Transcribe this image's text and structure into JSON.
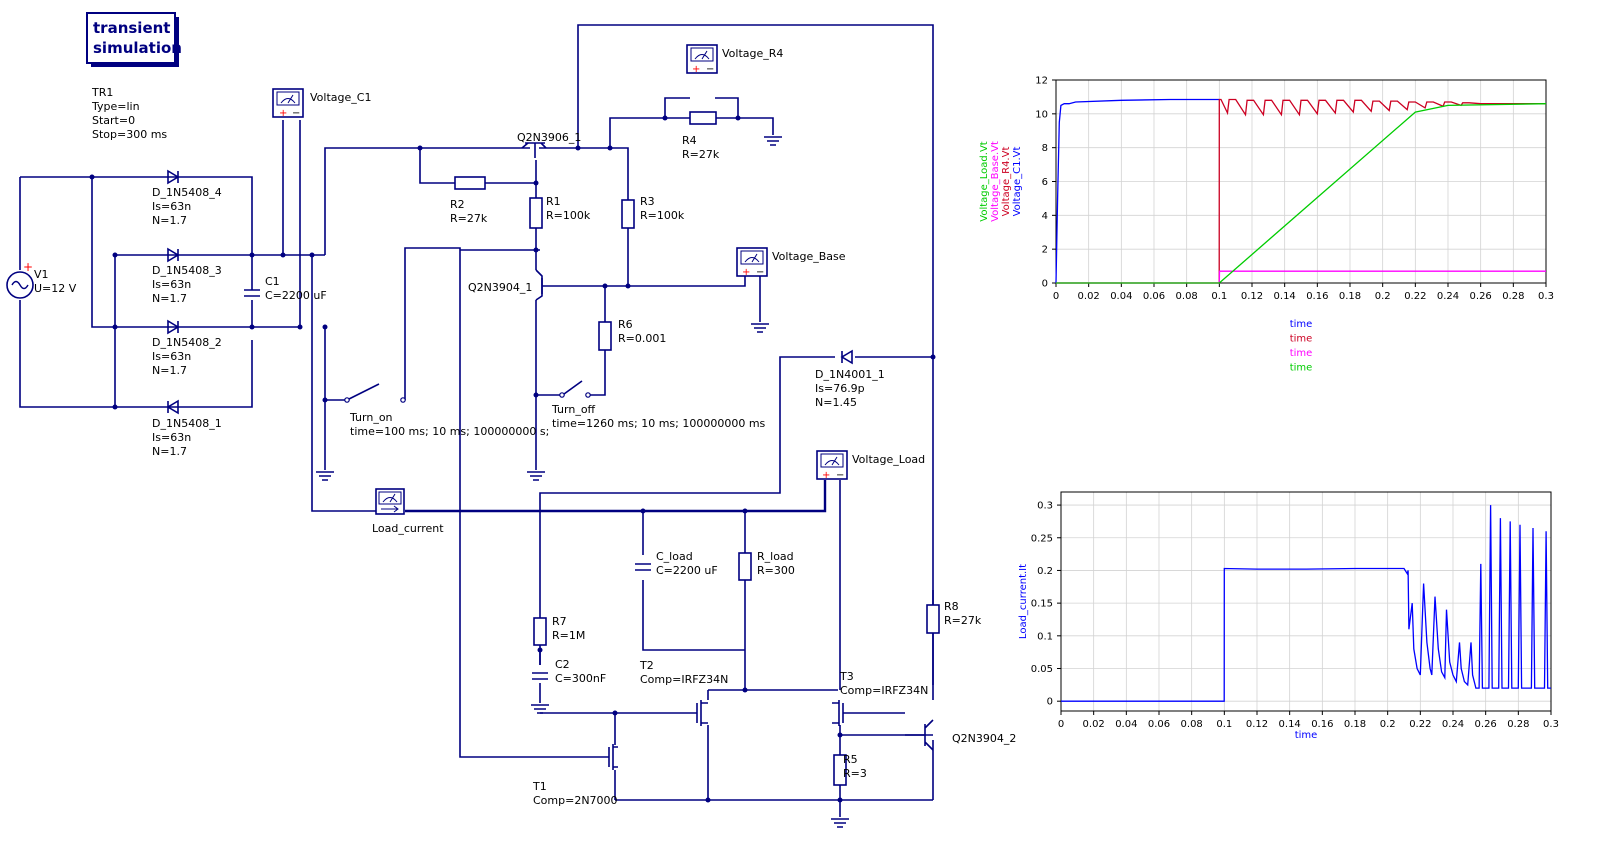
{
  "sim_box": {
    "line1": "transient",
    "line2": "simulation"
  },
  "tr1": {
    "name": "TR1",
    "type": "Type=lin",
    "start": "Start=0",
    "stop": "Stop=300 ms"
  },
  "components": {
    "v1": {
      "name": "V1",
      "value": "U=12 V"
    },
    "d4": {
      "name": "D_1N5408_4",
      "is": "Is=63n",
      "n": "N=1.7"
    },
    "d3": {
      "name": "D_1N5408_3",
      "is": "Is=63n",
      "n": "N=1.7"
    },
    "d2": {
      "name": "D_1N5408_2",
      "is": "Is=63n",
      "n": "N=1.7"
    },
    "d1": {
      "name": "D_1N5408_1",
      "is": "Is=63n",
      "n": "N=1.7"
    },
    "c1": {
      "name": "C1",
      "value": "C=2200 uF"
    },
    "vc1": {
      "name": "Voltage_C1"
    },
    "q2n3906": {
      "name": "Q2N3906_1"
    },
    "vr4": {
      "name": "Voltage_R4"
    },
    "r4": {
      "name": "R4",
      "value": "R=27k"
    },
    "r2": {
      "name": "R2",
      "value": "R=27k"
    },
    "r1": {
      "name": "R1",
      "value": "R=100k"
    },
    "r3": {
      "name": "R3",
      "value": "R=100k"
    },
    "vbase": {
      "name": "Voltage_Base"
    },
    "q2n3904_1": {
      "name": "Q2N3904_1"
    },
    "r6": {
      "name": "R6",
      "value": "R=0.001"
    },
    "turn_on": {
      "name": "Turn_on",
      "value": "time=100 ms; 10 ms; 100000000 s;"
    },
    "turn_off": {
      "name": "Turn_off",
      "value": "time=1260 ms; 10 ms; 100000000 ms"
    },
    "d1n4001": {
      "name": "D_1N4001_1",
      "is": "Is=76.9p",
      "n": "N=1.45"
    },
    "vload": {
      "name": "Voltage_Load"
    },
    "load_current": {
      "name": "Load_current"
    },
    "c_load": {
      "name": "C_load",
      "value": "C=2200 uF"
    },
    "r_load": {
      "name": "R_load",
      "value": "R=300"
    },
    "r7": {
      "name": "R7",
      "value": "R=1M"
    },
    "c2": {
      "name": "C2",
      "value": "C=300nF"
    },
    "r8": {
      "name": "R8",
      "value": "R=27k"
    },
    "t2": {
      "name": "T2",
      "value": "Comp=IRFZ34N"
    },
    "t3": {
      "name": "T3",
      "value": "Comp=IRFZ34N"
    },
    "t1": {
      "name": "T1",
      "value": "Comp=2N7000"
    },
    "r5": {
      "name": "R5",
      "value": "R=3"
    },
    "q2n3904_2": {
      "name": "Q2N3904_2"
    }
  },
  "chart_data": [
    {
      "type": "line",
      "ylabels": [
        "Voltage_Load.Vt",
        "Voltage_Base.Vt",
        "Voltage_R4.Vt",
        "Voltage_C1.Vt"
      ],
      "xlabels": [
        "time",
        "time",
        "time",
        "time"
      ],
      "xlim": [
        0,
        0.3
      ],
      "ylim": [
        0,
        12
      ],
      "xticks": [
        "0",
        "0.02",
        "0.04",
        "0.06",
        "0.08",
        "0.1",
        "0.12",
        "0.14",
        "0.16",
        "0.18",
        "0.2",
        "0.22",
        "0.24",
        "0.26",
        "0.28",
        "0.3"
      ],
      "yticks": [
        "0",
        "2",
        "4",
        "6",
        "8",
        "10",
        "12"
      ],
      "grid": true,
      "series": [
        {
          "name": "Voltage_C1.Vt",
          "color": "#0000ff",
          "x": [
            0,
            0.001,
            0.002,
            0.003,
            0.005,
            0.008,
            0.012,
            0.04,
            0.07,
            0.1
          ],
          "y": [
            0,
            5,
            9.5,
            10.5,
            10.6,
            10.6,
            10.7,
            10.8,
            10.85,
            10.85
          ]
        },
        {
          "name": "Voltage_R4.Vt",
          "color": "#cc0022",
          "x": [
            0,
            0.0999,
            0.1,
            0.1001,
            0.101,
            0.105,
            0.106,
            0.11,
            0.116,
            0.117,
            0.121,
            0.127,
            0.128,
            0.132,
            0.138,
            0.139,
            0.143,
            0.149,
            0.15,
            0.154,
            0.16,
            0.161,
            0.165,
            0.171,
            0.172,
            0.176,
            0.182,
            0.183,
            0.187,
            0.193,
            0.194,
            0.198,
            0.204,
            0.205,
            0.209,
            0.215,
            0.216,
            0.22,
            0.226,
            0.227,
            0.231,
            0.237,
            0.238,
            0.242,
            0.248,
            0.249,
            0.253,
            0.26,
            0.27,
            0.28,
            0.29,
            0.3
          ],
          "y": [
            0,
            0,
            10.85,
            10.85,
            10.85,
            10.05,
            10.85,
            10.85,
            9.95,
            10.8,
            10.8,
            9.95,
            10.8,
            10.8,
            9.95,
            10.8,
            10.8,
            9.95,
            10.8,
            10.8,
            10.0,
            10.8,
            10.8,
            10.05,
            10.8,
            10.8,
            10.1,
            10.8,
            10.8,
            10.15,
            10.75,
            10.75,
            10.2,
            10.75,
            10.75,
            10.25,
            10.7,
            10.7,
            10.35,
            10.7,
            10.7,
            10.45,
            10.7,
            10.7,
            10.5,
            10.65,
            10.65,
            10.6,
            10.6,
            10.6,
            10.6,
            10.6
          ]
        },
        {
          "name": "Voltage_Base.Vt",
          "color": "#ff00ff",
          "x": [
            0,
            0.1,
            0.1001,
            0.3
          ],
          "y": [
            0,
            0,
            0.7,
            0.7
          ]
        },
        {
          "name": "Voltage_Load.Vt",
          "color": "#00cc00",
          "x": [
            0,
            0.1,
            0.22,
            0.24,
            0.3
          ],
          "y": [
            0,
            0,
            10.1,
            10.5,
            10.6
          ]
        }
      ]
    },
    {
      "type": "line",
      "ylabels": [
        "Load_current.It"
      ],
      "xlabels": [
        "time"
      ],
      "xlim": [
        0,
        0.3
      ],
      "ylim": [
        -0.015,
        0.32
      ],
      "xticks": [
        "0",
        "0.02",
        "0.04",
        "0.06",
        "0.08",
        "0.1",
        "0.12",
        "0.14",
        "0.16",
        "0.18",
        "0.2",
        "0.22",
        "0.24",
        "0.26",
        "0.28",
        "0.3"
      ],
      "yticks": [
        "0",
        "0.05",
        "0.1",
        "0.15",
        "0.2",
        "0.25",
        "0.3"
      ],
      "grid": true,
      "series": [
        {
          "name": "Load_current.It",
          "color": "#0000ff",
          "x": [
            0,
            0.0999,
            0.1,
            0.12,
            0.15,
            0.18,
            0.205,
            0.21,
            0.212,
            0.2125,
            0.213,
            0.215,
            0.216,
            0.218,
            0.22,
            0.222,
            0.224,
            0.226,
            0.227,
            0.229,
            0.231,
            0.233,
            0.235,
            0.236,
            0.238,
            0.24,
            0.242,
            0.244,
            0.245,
            0.247,
            0.249,
            0.251,
            0.252,
            0.254,
            0.256,
            0.257,
            0.258,
            0.26,
            0.262,
            0.263,
            0.264,
            0.266,
            0.268,
            0.269,
            0.27,
            0.272,
            0.274,
            0.275,
            0.276,
            0.278,
            0.28,
            0.281,
            0.282,
            0.284,
            0.286,
            0.288,
            0.289,
            0.29,
            0.292,
            0.294,
            0.296,
            0.297,
            0.298,
            0.3
          ],
          "y": [
            0,
            0,
            0.203,
            0.202,
            0.202,
            0.203,
            0.203,
            0.203,
            0.195,
            0.2,
            0.11,
            0.15,
            0.08,
            0.05,
            0.04,
            0.18,
            0.09,
            0.05,
            0.04,
            0.16,
            0.08,
            0.045,
            0.036,
            0.14,
            0.06,
            0.04,
            0.03,
            0.09,
            0.05,
            0.03,
            0.025,
            0.09,
            0.04,
            0.02,
            0.02,
            0.21,
            0.02,
            0.02,
            0.02,
            0.3,
            0.02,
            0.02,
            0.02,
            0.28,
            0.02,
            0.02,
            0.02,
            0.275,
            0.02,
            0.02,
            0.02,
            0.27,
            0.02,
            0.02,
            0.02,
            0.02,
            0.265,
            0.02,
            0.02,
            0.02,
            0.02,
            0.26,
            0.02,
            0.02
          ]
        }
      ]
    }
  ]
}
